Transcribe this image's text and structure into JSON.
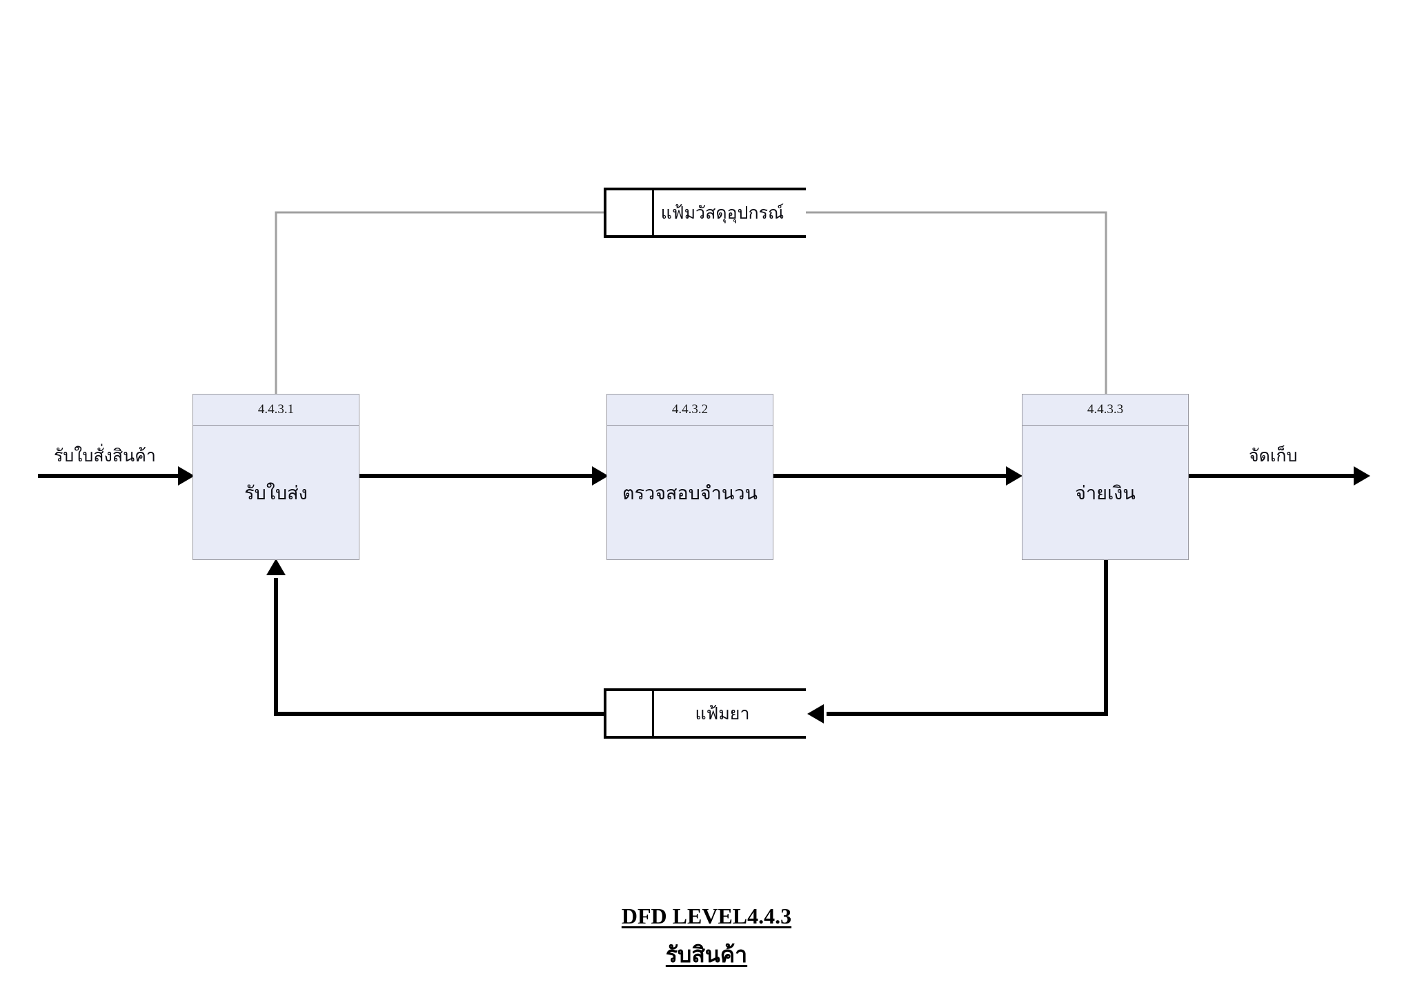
{
  "diagram": {
    "type": "data-flow-diagram",
    "caption_title": "DFD LEVEL4.4.3",
    "caption_subtitle": "รับสินค้า",
    "colors": {
      "process_fill": "#e8ebf7",
      "process_border": "#9a9aa2",
      "flow_black": "#000000",
      "flow_gray": "#a0a0a0",
      "background": "#ffffff"
    },
    "processes": [
      {
        "id": "4.4.3.1",
        "name": "รับใบส่ง"
      },
      {
        "id": "4.4.3.2",
        "name": "ตรวจสอบจำนวน"
      },
      {
        "id": "4.4.3.3",
        "name": "จ่ายเงิน"
      }
    ],
    "data_stores": [
      {
        "key": "",
        "label": "แฟ้มวัสดุอุปกรณ์",
        "position": "top"
      },
      {
        "key": "",
        "label": "แฟ้มยา",
        "position": "bottom"
      }
    ],
    "flows": [
      {
        "label": "รับใบสั่งสินค้า",
        "from": "external",
        "to": "4.4.3.1",
        "style": "black-arrow"
      },
      {
        "label": "",
        "from": "4.4.3.1",
        "to": "4.4.3.2",
        "style": "black-arrow"
      },
      {
        "label": "",
        "from": "4.4.3.2",
        "to": "4.4.3.3",
        "style": "black-arrow"
      },
      {
        "label": "จัดเก็บ",
        "from": "4.4.3.3",
        "to": "external",
        "style": "black-arrow"
      },
      {
        "label": "",
        "from": "4.4.3.1",
        "to": "แฟ้มวัสดุอุปกรณ์",
        "style": "gray-line"
      },
      {
        "label": "",
        "from": "แฟ้มวัสดุอุปกรณ์",
        "to": "4.4.3.3",
        "style": "gray-line"
      },
      {
        "label": "",
        "from": "4.4.3.3",
        "to": "แฟ้มยา",
        "style": "black-arrow"
      },
      {
        "label": "",
        "from": "แฟ้มยา",
        "to": "4.4.3.1",
        "style": "black-arrow"
      }
    ]
  }
}
